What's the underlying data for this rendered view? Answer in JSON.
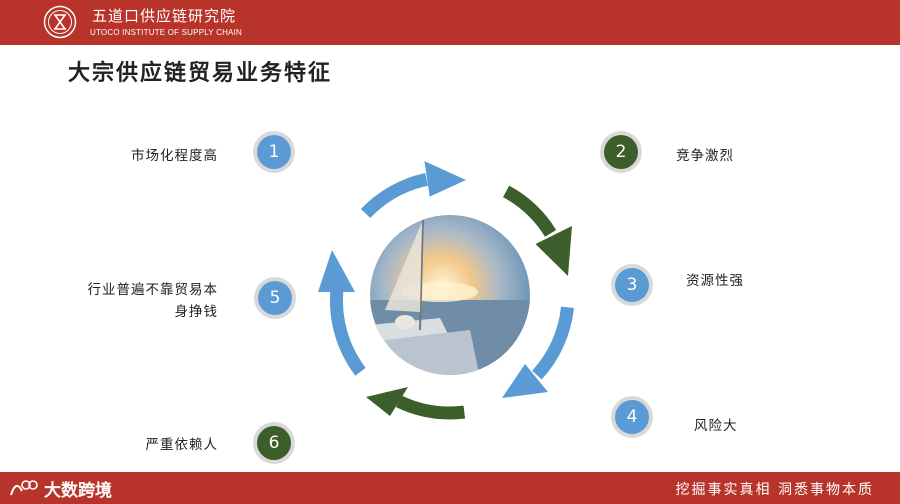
{
  "header": {
    "institute_cn": "五道口供应链研究院",
    "institute_en": "UTOCO INSTITUTE OF SUPPLY CHAIN"
  },
  "title": "大宗供应链贸易业务特征",
  "items": [
    {
      "number": "1",
      "label": "市场化程度高",
      "color": "#5b9bd5"
    },
    {
      "number": "2",
      "label": "竞争激烈",
      "color": "#3b5e2b"
    },
    {
      "number": "3",
      "label": "资源性强",
      "color": "#5b9bd5"
    },
    {
      "number": "4",
      "label": "风险大",
      "color": "#5b9bd5"
    },
    {
      "number": "5",
      "label_line1": "行业普遍不靠贸易本",
      "label_line2": "身挣钱",
      "color": "#5b9bd5"
    },
    {
      "number": "6",
      "label": "严重依赖人",
      "color": "#3b5e2b"
    }
  ],
  "footer": {
    "brand": "大数跨境",
    "slogan": "挖掘事实真相 洞悉事物本质"
  },
  "colors": {
    "brand_red": "#b8342a",
    "blue": "#5b9bd5",
    "green": "#3b5e2b"
  }
}
